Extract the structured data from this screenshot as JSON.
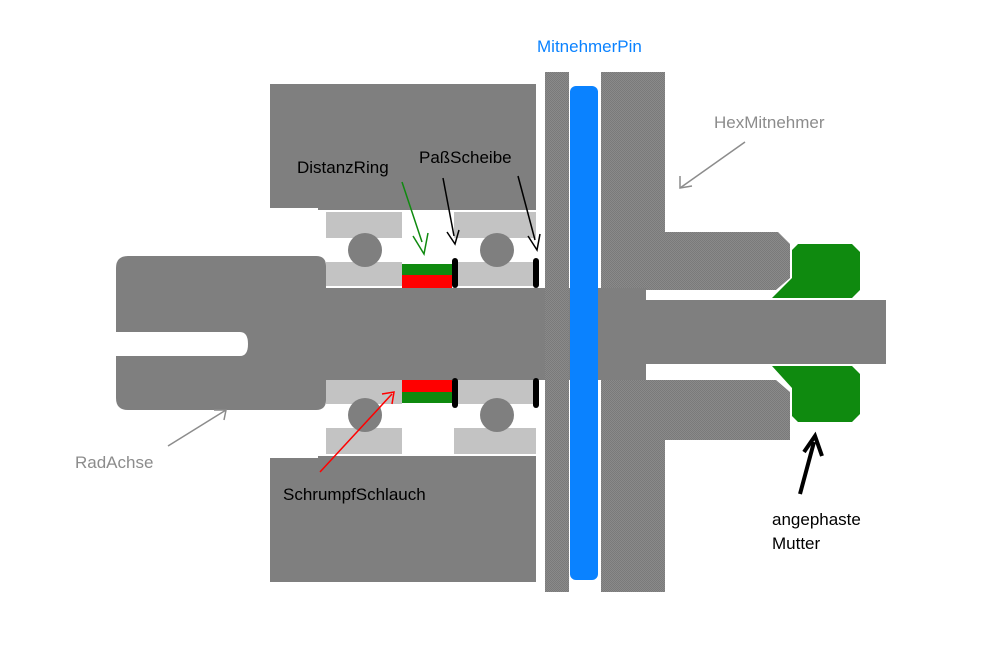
{
  "labels": {
    "mitnehmer_pin": "MitnehmerPin",
    "hex_mitnehmer": "HexMitnehmer",
    "distanz_ring": "DistanzRing",
    "pass_scheibe": "PaßScheibe",
    "rad_achse": "RadAchse",
    "schrumpf_schlauch": "SchrumpfSchlauch",
    "mutter_line1": "angephaste",
    "mutter_line2": "Mutter"
  },
  "colors": {
    "steel": "#7f7f7f",
    "bearing_race": "#c3c3c3",
    "pin": "#0a82ff",
    "nut": "#0f8a0f",
    "distance_ring_green": "#0f8a0f",
    "shrink_tube_red": "#ff0000",
    "shim": "#000000",
    "label_blue": "#0a82ff",
    "label_grey": "#8c8c8c",
    "label_black": "#000000"
  }
}
